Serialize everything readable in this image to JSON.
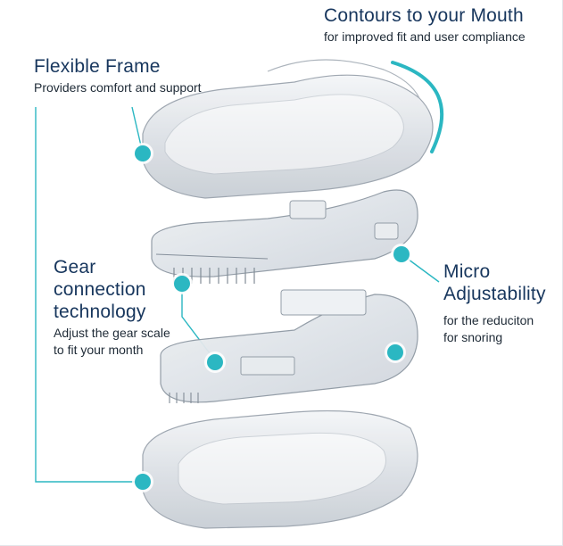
{
  "colors": {
    "accent": "#2bb7c2",
    "title_text": "#17365d",
    "body_text": "#1e2a36"
  },
  "labels": {
    "contours": {
      "title": "Contours to your Mouth",
      "subtitle": "for improved fit and user compliance"
    },
    "flexible_frame": {
      "title": "Flexible Frame",
      "subtitle": "Providers comfort and support"
    },
    "gear": {
      "title_lines": [
        "Gear",
        "connection",
        "technology"
      ],
      "subtitle_lines": [
        "Adjust the gear scale",
        "to fit your month"
      ]
    },
    "micro": {
      "title_lines": [
        "Micro",
        "Adjustability"
      ],
      "subtitle_lines": [
        "for the reduciton",
        "for snoring"
      ]
    }
  }
}
